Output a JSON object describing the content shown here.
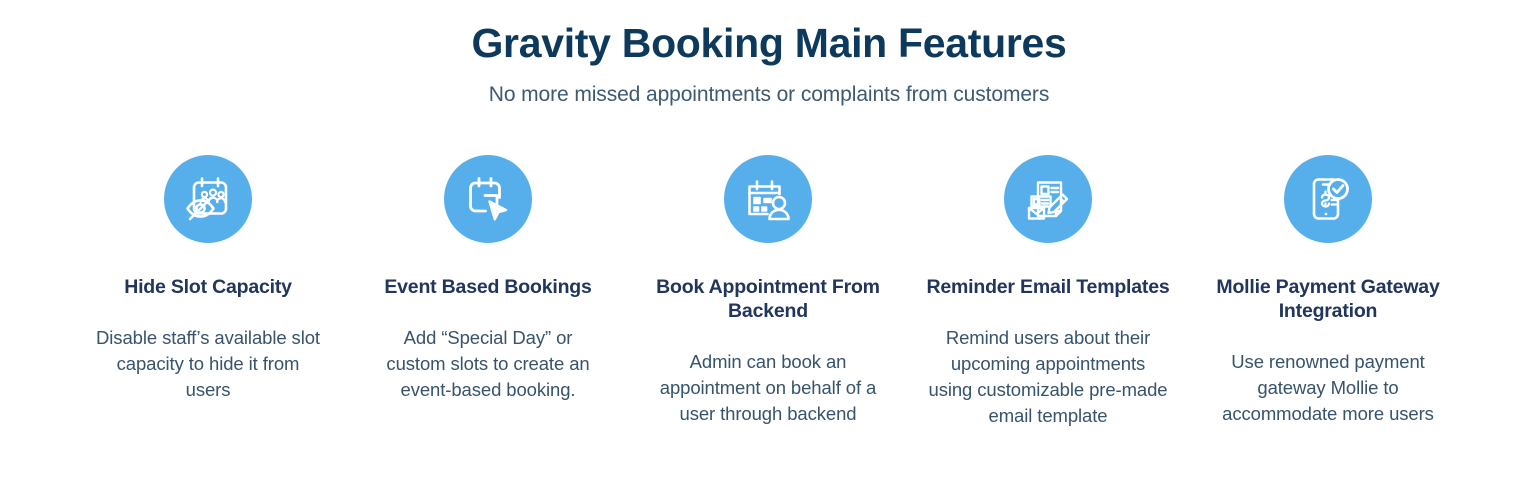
{
  "header": {
    "title": "Gravity Booking Main Features",
    "subtitle": "No more missed appointments or complaints from customers"
  },
  "colors": {
    "background": "#ffffff",
    "title": "#0d3a5c",
    "subtitle": "#3d5a72",
    "icon_circle": "#56aeeb",
    "icon_glyph": "#ffffff",
    "feature_title": "#21355d",
    "feature_desc": "#37536d"
  },
  "features": [
    {
      "icon": "calendar-people-hidden-icon",
      "title": "Hide Slot Capacity",
      "description": "Disable staff’s available slot capacity to hide it from users"
    },
    {
      "icon": "calendar-cursor-click-icon",
      "title": "Event Based Bookings",
      "description": "Add “Special Day” or custom slots to create an event-based booking."
    },
    {
      "icon": "calendar-user-icon",
      "title": "Book Appointment From Backend",
      "description": "Admin can book an appointment on behalf of a user through backend"
    },
    {
      "icon": "email-template-pencil-icon",
      "title": "Reminder Email Templates",
      "description": "Remind users about their upcoming appointments using customizable pre-made email template"
    },
    {
      "icon": "mobile-payment-check-icon",
      "title": "Mollie Payment Gateway Integration",
      "description": "Use renowned payment gateway Mollie to accommodate more users"
    }
  ]
}
